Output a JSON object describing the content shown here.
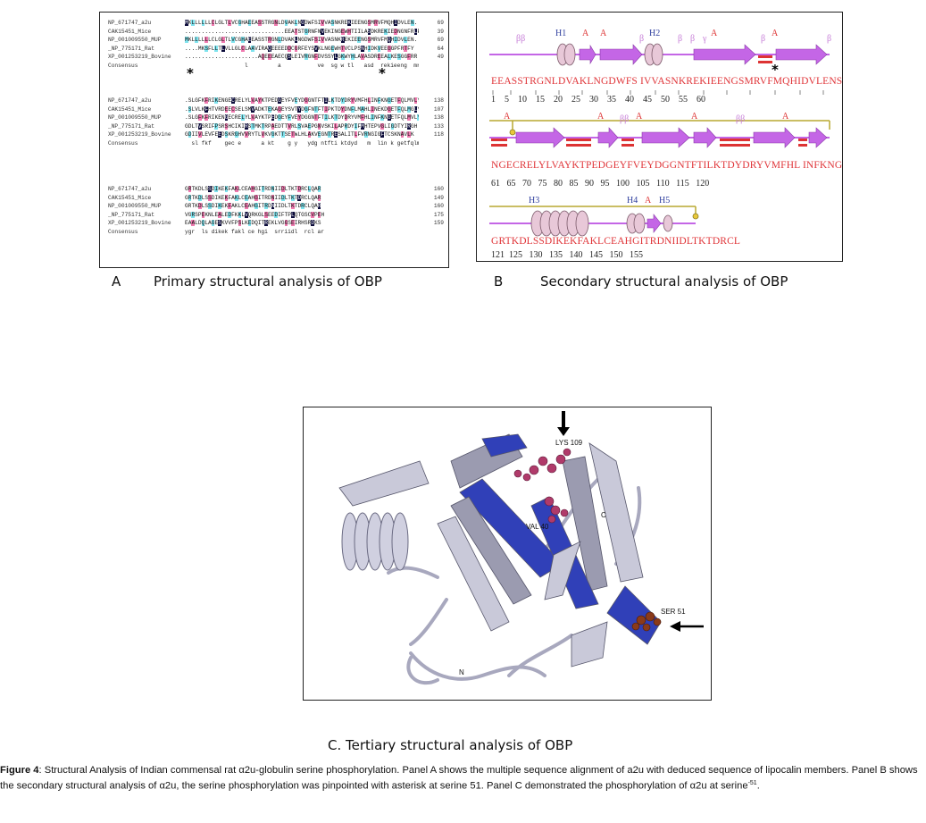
{
  "panel_a": {
    "blocks": [
      {
        "rows": [
          {
            "name": "NP_671747_a2u",
            "seq": "MKLLLLLLCLGLTLVCGHAEEASSTRGNLDVAKLNGDWFSIVVASNKREKIEENGSMRVFMQHIDVLEN.",
            "num": "69"
          },
          {
            "name": "CAK15451_Mice",
            "seq": "..............................EEATSTGRNFNVEKINGEWHTIILASDKREKIEDNGNFRLF",
            "num": "39"
          },
          {
            "name": "NP_001009550_MUP",
            "seq": "MKLLLLLLCLGLTLVCGHAEEASSTRGNLDVAKLNGDWFSIVVASNKREKIEENGSMRVFMQHIDVLEN.",
            "num": "69"
          },
          {
            "name": "_NP_775171_Rat",
            "seq": "....MKSFLLTLVLLGLCLAAVIRAQEEEEDDCGRFEYSVKLNGEWHTVCLPSNHIDKVEEGGPFRTFY",
            "num": "64"
          },
          {
            "name": "XP_001253219_Bovine",
            "seq": "......................AQEEEAECQSLEIVRGNFDVSSYLGKWYHLAVASDREEALKESGGFRR",
            "num": "49"
          }
        ],
        "consensus": "                  l         a           ve  sg w tl   asd  rekieeng  mr f    i vlen",
        "stars": [
          "*",
          "*"
        ]
      },
      {
        "rows": [
          {
            "name": "NP_671747_a2u",
            "seq": ".SLGFKFRIKENGECRELYLVAYKTPEDGEYFVEYDGGNTFTILKTDYDRYVMFHLINFKNGETFQLMVLY",
            "num": "138"
          },
          {
            "name": "CAK15451_Mice",
            "seq": ".SLVLKFHTVRDEECSELSMVADKTEKAGEYSVTYDGFNTFTIPKTDYDNFLMAHLINEKDGETFQLMGLY",
            "num": "107"
          },
          {
            "name": "NP_001009550_MUP",
            "seq": ".SLGFKFRIKENGECRELYLVAYKTPEDGEYFVEYDGGNTFTILKTDYDRYVMFHLINFKNGETFQLMVLY",
            "num": "138"
          },
          {
            "name": "_NP_775171_Rat",
            "seq": "GDLTVSRIFPSRSHCIKIRSTMKTRPAEDTTVRLSVAEPGNVSKILAPRDYIFMHTEPVGLIGDTYIRGH",
            "num": "133"
          },
          {
            "name": "XP_001253219_Bovine",
            "seq": "GDIIVLEVFEEDSKRGHVVRYTLVKVGKTTSETWLHLAKVEGNTRESALITLFVRNGIGFTCSKNAVLK",
            "num": "118"
          }
        ],
        "consensus": "  sl fkf    gec e      a kt    g y   ydg ntfti ktdyd   m  lin k getfqlm l",
        "stars": []
      },
      {
        "rows": [
          {
            "name": "NP_671747_a2u",
            "seq": "GRTKDLSSDIKEKFAKLCEAHGITRDNIIDLTKTDRCLQAR",
            "num": "160"
          },
          {
            "name": "CAK15451_Mice",
            "seq": "GRTKDLSSDIKEKFAKLCEAHGITRDNIIDLTKTDRCLQAR",
            "num": "149"
          },
          {
            "name": "NP_001009550_MUP",
            "seq": "GRTKDLSSDIKEKFAKLCEAHGITRDNIIDLTKTDRCLQAR",
            "num": "160"
          },
          {
            "name": "_NP_775171_Rat",
            "seq": "VGRSPEKNLEALEDFKKLVQRKGLSEEDIFTPLQTGSCVPEH",
            "num": "175"
          },
          {
            "name": "XP_001253219_Bovine",
            "seq": "EAALDQLAGESKVVFPSLKEDQITREKLVGGSEIRHSRDKS",
            "num": "159"
          }
        ],
        "consensus": "ygr  ls dikek fakl ce hgi  srriidl  rcl ar"
      }
    ],
    "caption_letter": "A",
    "caption_text": "Primary structural analysis of OBP"
  },
  "panel_b": {
    "rows": [
      {
        "sequence": "EEASSTRGNLDVAKLNGDWFS IVVASNKREKIEENGSMRVFMQHIDVLENSLGFKFRIKE",
        "ticks": "1    5    10    15    20    25    30    35    40    45    50    55    60",
        "labels": [
          {
            "text": "ββ",
            "kind": "b"
          },
          {
            "text": "H1",
            "kind": "h"
          },
          {
            "text": "A",
            "kind": "a"
          },
          {
            "text": "A",
            "kind": "a"
          },
          {
            "text": "β",
            "kind": "b"
          },
          {
            "text": "H2",
            "kind": "h"
          },
          {
            "text": "β",
            "kind": "b"
          },
          {
            "text": "β",
            "kind": "b"
          },
          {
            "text": "γ",
            "kind": "b"
          },
          {
            "text": "A",
            "kind": "a"
          },
          {
            "text": "β",
            "kind": "b"
          },
          {
            "text": "A",
            "kind": "a"
          },
          {
            "text": "β",
            "kind": "b"
          }
        ],
        "star": "*"
      },
      {
        "sequence": "NGECRELYLVAYKTPEDGEYFVEYDGGNTFTILKTDYDRYVMFHL INFKNGETFQLMVLY",
        "ticks": "61   65   70   75   80   85   90   95   100   105   110   115   120",
        "labels": [
          {
            "text": "A",
            "kind": "a"
          },
          {
            "text": "A",
            "kind": "a"
          },
          {
            "text": "ββ",
            "kind": "b"
          },
          {
            "text": "A",
            "kind": "a"
          },
          {
            "text": "A",
            "kind": "a"
          },
          {
            "text": "ββ",
            "kind": "b"
          },
          {
            "text": "A",
            "kind": "a"
          }
        ]
      },
      {
        "sequence": "GRTKDLSSDIKEKFAKLCEAHGITRDNIIDLTKTDRCL",
        "ticks": "121  125   130   135   140   145   150   155",
        "labels": [
          {
            "text": "H3",
            "kind": "h"
          },
          {
            "text": "H4",
            "kind": "h"
          },
          {
            "text": "A",
            "kind": "a"
          },
          {
            "text": "H5",
            "kind": "h"
          }
        ]
      }
    ],
    "caption_letter": "B",
    "caption_text": "Secondary structural analysis of OBP"
  },
  "panel_c": {
    "labels": {
      "lys": "LYS 109",
      "val": "VAL 40",
      "ser": "SER 51",
      "c_term": "C",
      "n_term": "N"
    },
    "caption": "C. Tertiary structural analysis of OBP"
  },
  "figure_caption": {
    "label": "Figure 4",
    "title": ": Structural Analysis of Indian commensal rat α2u-globulin serine phosphorylation",
    "body": ". Panel A shows the multiple sequence alignment of a2u with deduced sequence of lipocalin members. Panel B shows the secondary structural analysis of α2u, the serine phosphorylation was pinpointed with asterisk at serine 51. Panel C demonstrated the phosphorylation of α2u   at serine",
    "superscript": "-51",
    "end": "."
  },
  "colors": {
    "identity_black": "#0b0b3a",
    "similar_pink": "#f07ab0",
    "similar_cyan": "#7fe3ee",
    "strand_purple": "#c466e6",
    "helix_pink": "#e8c8d8",
    "seq_red": "#e0363a",
    "ribbon_blue": "#2f3fbf",
    "ribbon_grey": "#c9c9d9"
  }
}
